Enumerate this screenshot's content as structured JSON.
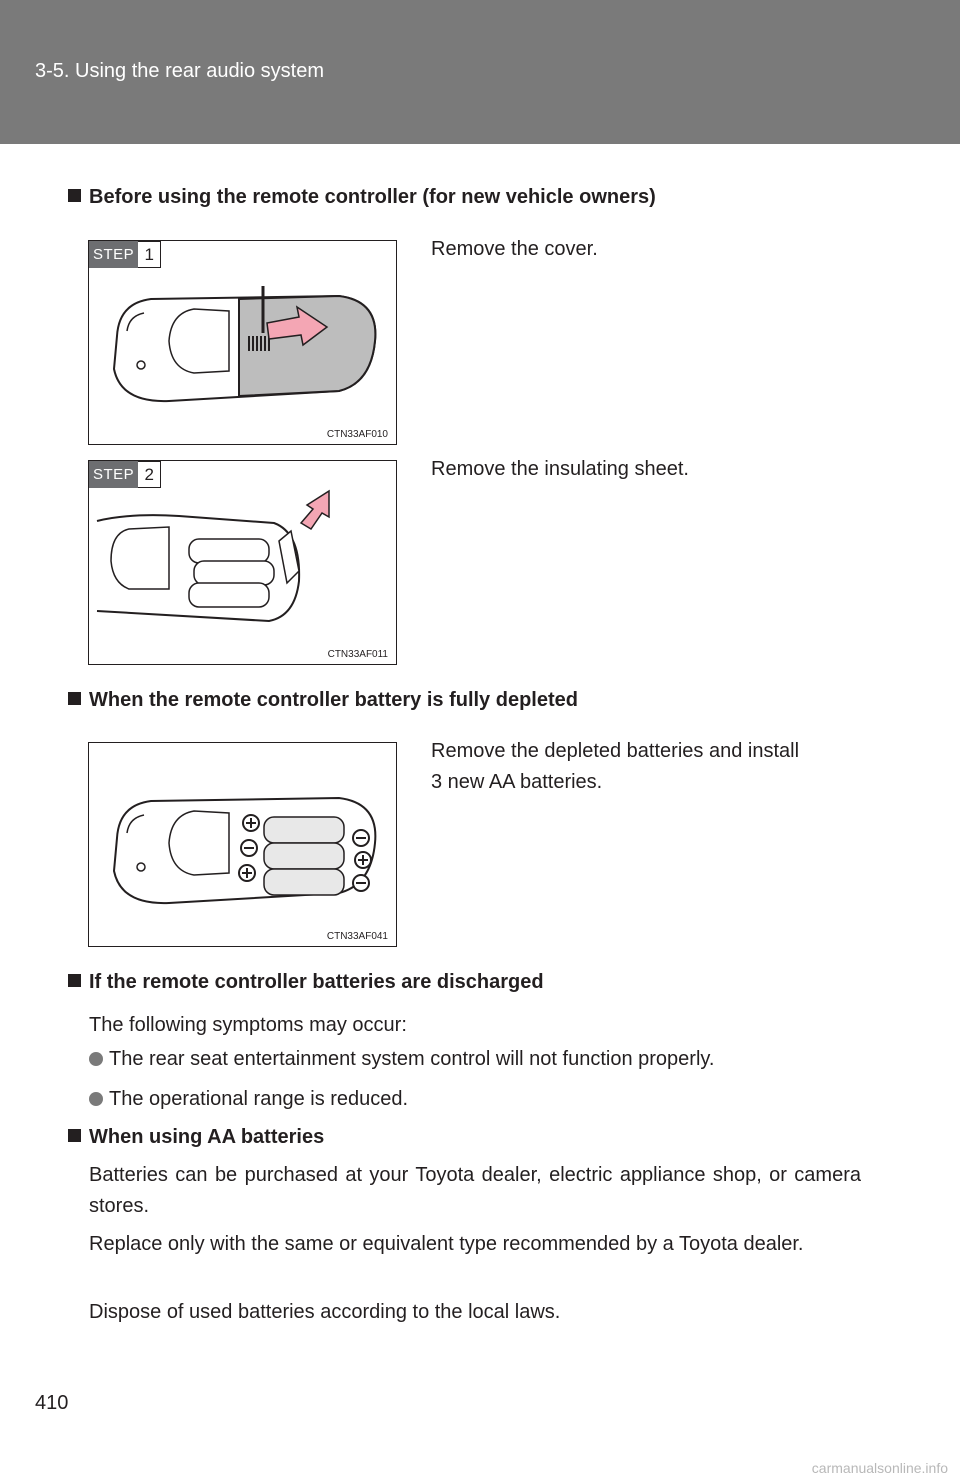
{
  "header": {
    "section_title": "3-5. Using the rear audio system"
  },
  "sections": {
    "before_use": {
      "heading": "Before using the remote controller (for new vehicle owners)",
      "step1": {
        "step_word": "STEP",
        "step_number": "1",
        "text": "Remove the cover.",
        "figure_code": "CTN33AF010"
      },
      "step2": {
        "step_word": "STEP",
        "step_number": "2",
        "text": "Remove the insulating sheet.",
        "figure_code": "CTN33AF011"
      }
    },
    "depleted": {
      "heading": "When the remote controller battery is fully depleted",
      "text_line1": "Remove the depleted batteries and install",
      "text_line2": "3 new AA batteries.",
      "figure_code": "CTN33AF041"
    },
    "discharged": {
      "heading": "If the remote controller batteries are discharged",
      "intro": "The following symptoms may occur:",
      "bullets": [
        "The rear seat entertainment system control will not function properly.",
        "The operational range is reduced."
      ]
    },
    "aa_batteries": {
      "heading": "When using AA batteries",
      "para1": "Batteries can be purchased at your Toyota dealer, electric appliance shop, or camera stores.",
      "para2": "Replace only with the same or equivalent type recommended by a Toyota dealer.",
      "para3": "Dispose of used batteries according to the local laws."
    }
  },
  "footer": {
    "page_number": "410",
    "watermark": "carmanualsonline.info"
  }
}
